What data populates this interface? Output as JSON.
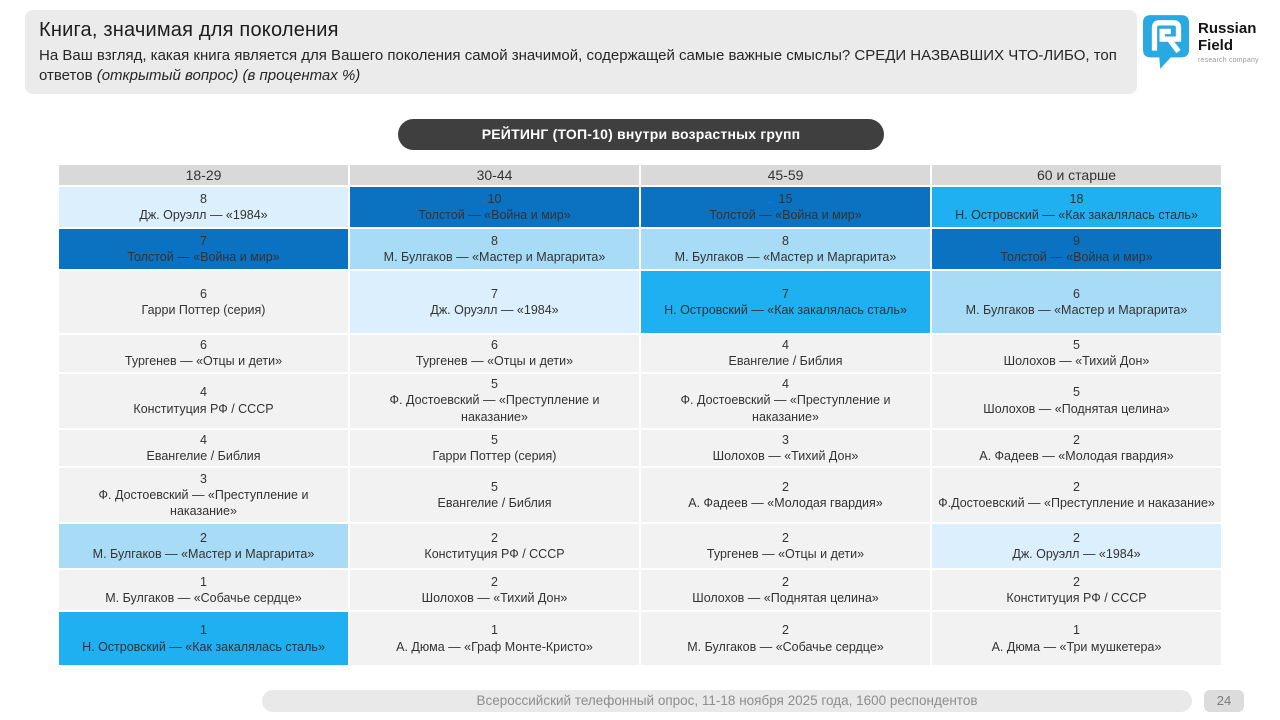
{
  "header": {
    "title": "Книга, значимая для поколения",
    "subtitle_main": "На Ваш взгляд, какая книга является для Вашего поколения самой значимой, содержащей самые важные смыслы? СРЕДИ НАЗВАВШИХ ЧТО-ЛИБО, топ ответов ",
    "subtitle_italic": "(открытый вопрос) (в процентах %)"
  },
  "logo": {
    "line1": "Russian",
    "line2": "Field",
    "tagline": "research company"
  },
  "banner": {
    "label": "РЕЙТИНГ (ТОП-10) внутри возрастных групп"
  },
  "chart_data": {
    "type": "table",
    "title": "РЕЙТИНГ (ТОП-10) внутри возрастных групп",
    "value_unit": "%",
    "groups": [
      {
        "age": "18-29",
        "rows": [
          {
            "value": 8,
            "label": "Дж. Оруэлл — «1984»",
            "style": "light"
          },
          {
            "value": 7,
            "label": "Толстой — «Война и мир»",
            "style": "dark"
          },
          {
            "value": 6,
            "label": "Гарри Поттер (серия)",
            "style": "gray"
          },
          {
            "value": 6,
            "label": "Тургенев — «Отцы и дети»",
            "style": "gray"
          },
          {
            "value": 4,
            "label": "Конституция РФ / СССР",
            "style": "gray"
          },
          {
            "value": 4,
            "label": "Евангелие / Библия",
            "style": "gray"
          },
          {
            "value": 3,
            "label": "Ф. Достоевский — «Преступление и наказание»",
            "style": "gray"
          },
          {
            "value": 2,
            "label": "М. Булгаков — «Мастер и Маргарита»",
            "style": "medium"
          },
          {
            "value": 1,
            "label": "М. Булгаков — «Собачье сердце»",
            "style": "gray"
          },
          {
            "value": 1,
            "label": "Н. Островский — «Как закалялась сталь»",
            "style": "bright"
          }
        ]
      },
      {
        "age": "30-44",
        "rows": [
          {
            "value": 10,
            "label": "Толстой — «Война и мир»",
            "style": "dark"
          },
          {
            "value": 8,
            "label": "М. Булгаков — «Мастер и Маргарита»",
            "style": "medium"
          },
          {
            "value": 7,
            "label": "Дж. Оруэлл — «1984»",
            "style": "light"
          },
          {
            "value": 6,
            "label": "Тургенев — «Отцы и дети»",
            "style": "gray"
          },
          {
            "value": 5,
            "label": "Ф. Достоевский — «Преступление и наказание»",
            "style": "gray"
          },
          {
            "value": 5,
            "label": "Гарри Поттер (серия)",
            "style": "gray"
          },
          {
            "value": 5,
            "label": "Евангелие / Библия",
            "style": "gray"
          },
          {
            "value": 2,
            "label": "Конституция РФ / СССР",
            "style": "gray"
          },
          {
            "value": 2,
            "label": "Шолохов — «Тихий Дон»",
            "style": "gray"
          },
          {
            "value": 1,
            "label": "А. Дюма — «Граф Монте-Кристо»",
            "style": "gray"
          }
        ]
      },
      {
        "age": "45-59",
        "rows": [
          {
            "value": 15,
            "label": "Толстой — «Война и мир»",
            "style": "dark"
          },
          {
            "value": 8,
            "label": "М. Булгаков — «Мастер и Маргарита»",
            "style": "medium"
          },
          {
            "value": 7,
            "label": "Н. Островский — «Как закалялась сталь»",
            "style": "bright"
          },
          {
            "value": 4,
            "label": "Евангелие / Библия",
            "style": "gray"
          },
          {
            "value": 4,
            "label": "Ф. Достоевский — «Преступление и наказание»",
            "style": "gray"
          },
          {
            "value": 3,
            "label": "Шолохов — «Тихий Дон»",
            "style": "gray"
          },
          {
            "value": 2,
            "label": "А. Фадеев — «Молодая гвардия»",
            "style": "gray"
          },
          {
            "value": 2,
            "label": "Тургенев — «Отцы и дети»",
            "style": "gray"
          },
          {
            "value": 2,
            "label": "Шолохов — «Поднятая целина»",
            "style": "gray"
          },
          {
            "value": 2,
            "label": "М. Булгаков — «Собачье сердце»",
            "style": "gray"
          }
        ]
      },
      {
        "age": "60 и старше",
        "rows": [
          {
            "value": 18,
            "label": "Н. Островский — «Как закалялась сталь»",
            "style": "bright"
          },
          {
            "value": 9,
            "label": "Толстой — «Война и мир»",
            "style": "dark"
          },
          {
            "value": 6,
            "label": "М. Булгаков — «Мастер и Маргарита»",
            "style": "medium"
          },
          {
            "value": 5,
            "label": "Шолохов — «Тихий Дон»",
            "style": "gray"
          },
          {
            "value": 5,
            "label": "Шолохов — «Поднятая целина»",
            "style": "gray"
          },
          {
            "value": 2,
            "label": "А. Фадеев — «Молодая гвардия»",
            "style": "gray"
          },
          {
            "value": 2,
            "label": "Ф.Достоевский — «Преступление и наказание»",
            "style": "gray"
          },
          {
            "value": 2,
            "label": "Дж. Оруэлл — «1984»",
            "style": "light"
          },
          {
            "value": 2,
            "label": "Конституция РФ / СССР",
            "style": "gray"
          },
          {
            "value": 1,
            "label": "А. Дюма — «Три мушкетера»",
            "style": "gray"
          }
        ]
      }
    ],
    "highlight_legend": {
      "dark": "Толстой — «Война и мир»",
      "bright": "Н. Островский — «Как закалялась сталь»",
      "medium": "М. Булгаков — «Мастер и Маргарита»",
      "light": "Дж. Оруэлл — «1984»"
    }
  },
  "footer": {
    "source": "Всероссийский телефонный опрос, 11-18 ноября 2025 года, 1600 респондентов",
    "page": "24"
  },
  "colors": {
    "dark_blue": "#0b71c1",
    "bright_blue": "#1fb0f1",
    "medium_blue": "#a8dcf6",
    "light_blue": "#dbeffc",
    "cell_gray": "#f2f2f2",
    "header_gray": "#d9d9d9",
    "banner_dark": "#3f3f3f",
    "logo_blue": "#29a9e1"
  }
}
